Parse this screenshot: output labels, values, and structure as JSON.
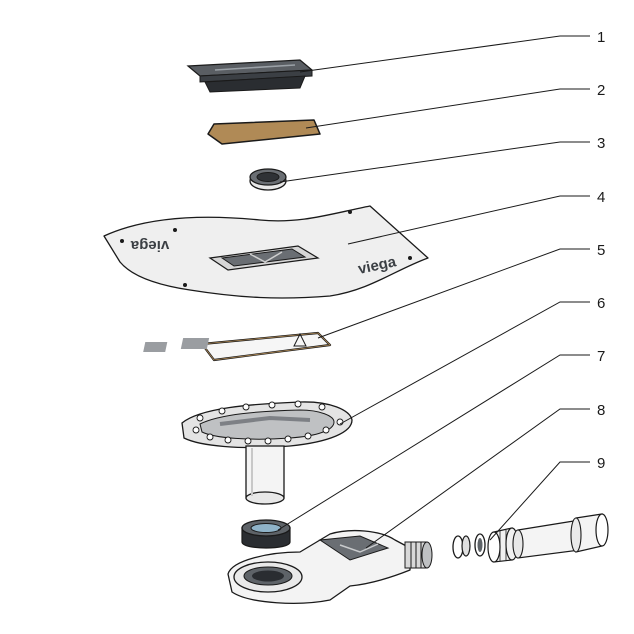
{
  "parts": [
    {
      "number": "1",
      "name": "drain-cover-grate"
    },
    {
      "number": "2",
      "name": "adhesive-pad"
    },
    {
      "number": "3",
      "name": "small-seal-ring"
    },
    {
      "number": "4",
      "name": "sealing-sleeve",
      "brand_text": [
        "viega",
        "viega"
      ]
    },
    {
      "number": "5",
      "name": "label-plate"
    },
    {
      "number": "6",
      "name": "flange-frame-with-pipe"
    },
    {
      "number": "7",
      "name": "sealing-insert"
    },
    {
      "number": "8",
      "name": "drain-body"
    },
    {
      "number": "9",
      "name": "outlet-pipe-with-nut"
    }
  ],
  "colors": {
    "line": "#1a1a1a",
    "dark_gray": "#3b3f44",
    "mid_gray": "#8a8d90",
    "light_fill": "#efefef",
    "tan_pad": "#b08a56",
    "white": "#ffffff"
  }
}
